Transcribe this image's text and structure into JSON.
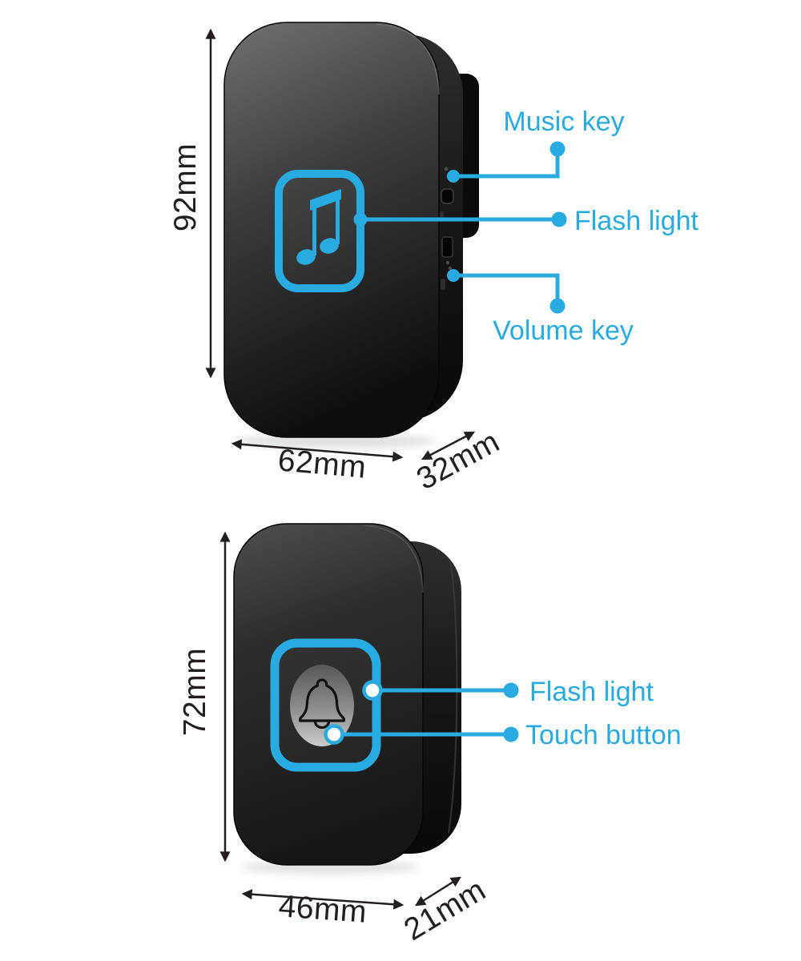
{
  "colors": {
    "accent": "#29abe2",
    "dimension_text": "#231f20"
  },
  "top_device": {
    "icon": "music-note-icon",
    "height": "92mm",
    "width": "62mm",
    "depth": "32mm",
    "callouts": {
      "music_key": "Music key",
      "flash_light": "Flash light",
      "volume_key": "Volume key"
    }
  },
  "bottom_device": {
    "icon": "bell-icon",
    "height": "72mm",
    "width": "46mm",
    "depth": "21mm",
    "callouts": {
      "flash_light": "Flash light",
      "touch_button": "Touch button"
    }
  }
}
